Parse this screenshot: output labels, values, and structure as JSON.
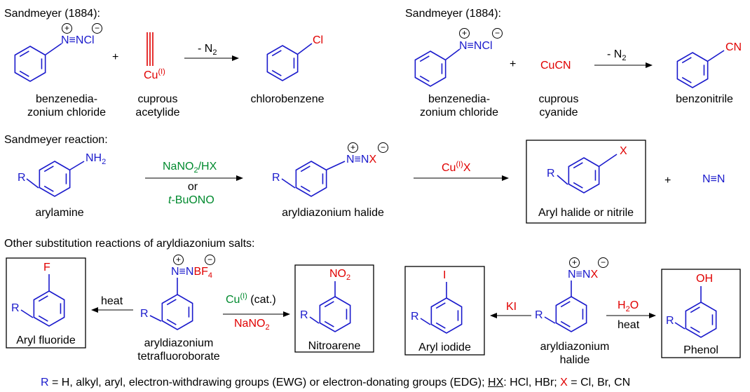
{
  "headings": {
    "sandmeyer_left": "Sandmeyer (1884):",
    "sandmeyer_right": "Sandmeyer (1884):",
    "sandmeyer_reaction": "Sandmeyer reaction:",
    "other": "Other substitution reactions of aryldiazonium salts:"
  },
  "row1_left": {
    "diazo_group": "N≡NCl",
    "plus": "+",
    "cu_label": "Cu",
    "cu_ox": "(I)",
    "arrow_label": "- N",
    "arrow_sub": "2",
    "product_sub": "Cl",
    "name_reactant": "benzenedia-",
    "name_reactant2": "zonium chloride",
    "name_reagent": "cuprous",
    "name_reagent2": "acetylide",
    "name_product": "chlorobenzene"
  },
  "row1_right": {
    "diazo_group": "N≡NCl",
    "plus": "+",
    "reagent": "CuCN",
    "arrow_label": "- N",
    "arrow_sub": "2",
    "product_sub": "CN",
    "name_reactant": "benzenedia-",
    "name_reactant2": "zonium chloride",
    "name_reagent": "cuprous",
    "name_reagent2": "cyanide",
    "name_product": "benzonitrile"
  },
  "row2": {
    "R": "R",
    "NH": "NH",
    "NH_sub": "2",
    "reagent_top_a": "NaNO",
    "reagent_top_sub": "2",
    "reagent_top_b": "/HX",
    "or": "or",
    "reagent_alt_t": "t",
    "reagent_alt": "-BuONO",
    "diazo": "N≡N",
    "X": "X",
    "cu": "Cu",
    "cu_ox": "(I)",
    "plus": "+",
    "n2": "N≡N",
    "name_amine": "arylamine",
    "name_diazo": "aryldiazonium halide",
    "box_label": "Aryl halide or nitrile"
  },
  "row3": {
    "R": "R",
    "F": "F",
    "box_fluoride": "Aryl fluoride",
    "heat": "heat",
    "diazo_bf4_a": "N≡N",
    "diazo_bf4_b": "BF",
    "diazo_bf4_sub": "4",
    "name_bf4": "aryldiazonium",
    "name_bf4_2": "tetrafluoroborate",
    "cu": "Cu",
    "cu_ox": "(I)",
    "cat": " (cat.)",
    "nano": "NaNO",
    "nano_sub": "2",
    "no2": "NO",
    "no2_sub": "2",
    "box_nitro": "Nitroarene",
    "I": "I",
    "box_iodide": "Aryl iodide",
    "KI": "KI",
    "diazo": "N≡N",
    "X": "X",
    "name_halide": "aryldiazonium",
    "name_halide2": "halide",
    "h2o_a": "H",
    "h2o_sub": "2",
    "h2o_b": "O",
    "heat2": "heat",
    "OH": "OH",
    "box_phenol": "Phenol"
  },
  "footer": {
    "R": "R",
    "text1": " = H, alkyl, aryl, electron-withdrawing groups (EWG) or electron-donating groups (EDG); ",
    "HX": "HX",
    "text2": ": HCl, HBr; ",
    "X": "X",
    "text3": " = Cl, Br, CN"
  },
  "colors": {
    "blue": "#1a1acc",
    "red": "#e00000",
    "green": "#008a2e",
    "black": "#000000"
  }
}
